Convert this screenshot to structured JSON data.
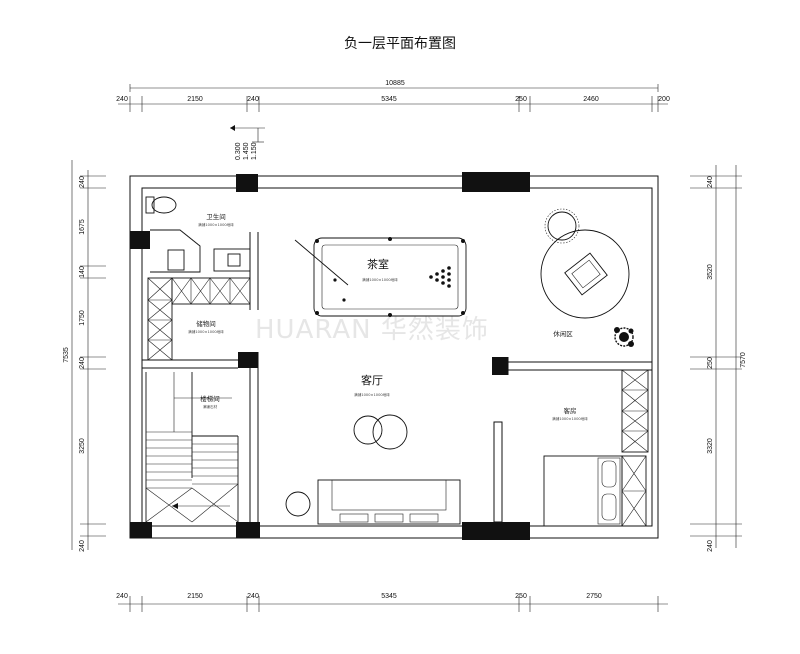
{
  "title": "负一层平面布置图",
  "watermark": "HUARAN 华然装饰",
  "dimensions": {
    "top_total": "10885",
    "top": [
      "240",
      "2150",
      "240",
      "5345",
      "250",
      "2460",
      "200"
    ],
    "bottom": [
      "240",
      "2150",
      "240",
      "5345",
      "250",
      "2750"
    ],
    "left_total": "7535",
    "left": [
      "240",
      "1675",
      "140",
      "1750",
      "240",
      "3250",
      "240"
    ],
    "right_total": "7570",
    "right": [
      "240",
      "3520",
      "250",
      "3320",
      "240"
    ],
    "levels": [
      "0.300",
      "1.450",
      "1.150"
    ]
  },
  "rooms": {
    "tea_room": {
      "name": "茶室",
      "note": "满铺1000×1000地砖"
    },
    "living_room": {
      "name": "客厅",
      "note": "满铺1000×1000地砖"
    },
    "bathroom": {
      "name": "卫生间",
      "note": "满铺1000×1000地砖"
    },
    "storage": {
      "name": "储物间",
      "note": "满铺1000×1000地砖"
    },
    "stairs": {
      "name": "楼梯间",
      "note": "满铺石材"
    },
    "leisure": {
      "name": "休闲区"
    },
    "guest_room": {
      "name": "客房",
      "note": "满铺1000×1000地砖"
    }
  }
}
